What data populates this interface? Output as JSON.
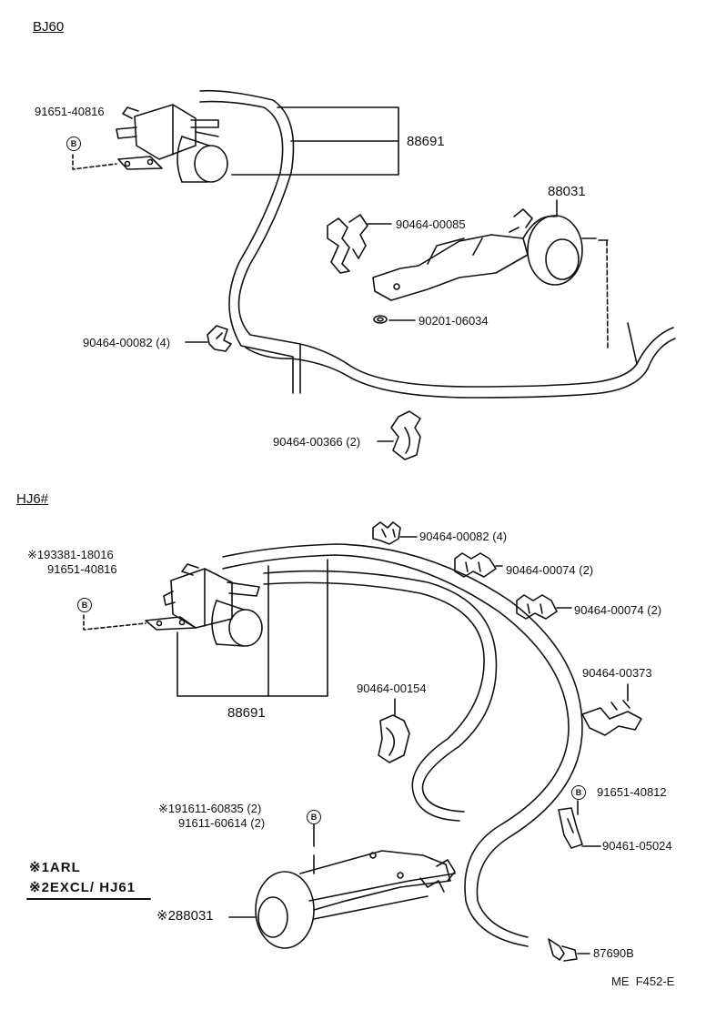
{
  "sections": {
    "top_title": "BJ60",
    "bottom_title": "HJ6#"
  },
  "labels": {
    "t_91651_40816": "91651-40816",
    "t_88691": "88691",
    "t_88031": "88031",
    "t_90464_00085": "90464-00085",
    "t_90201_06034": "90201-06034",
    "t_90464_00082": "90464-00082 (4)",
    "t_90464_00366": "90464-00366 (2)",
    "b_193381_18016": "※193381-18016",
    "b_91651_40816": "91651-40816",
    "b_90464_00082": "90464-00082 (4)",
    "b_90464_00074_a": "90464-00074 (2)",
    "b_90464_00074_b": "90464-00074 (2)",
    "b_88691": "88691",
    "b_90464_00154": "90464-00154",
    "b_90464_00373": "90464-00373",
    "b_91651_40812": "91651-40812",
    "b_191611_60835": "※191611-60835 (2)",
    "b_91611_60614": "91611-60614 (2)",
    "b_90461_05024": "90461-05024",
    "b_88031": "※288031",
    "b_87690B": "87690B"
  },
  "notes": {
    "note1": "※1ARL",
    "note2": "※2EXCL/ HJ61"
  },
  "bolt_marker": "B",
  "footer": "ME  F452-E",
  "icons": [
    "vsv-solenoid-valve",
    "vacuum-actuator",
    "hose-clamp",
    "bolt-marker"
  ]
}
